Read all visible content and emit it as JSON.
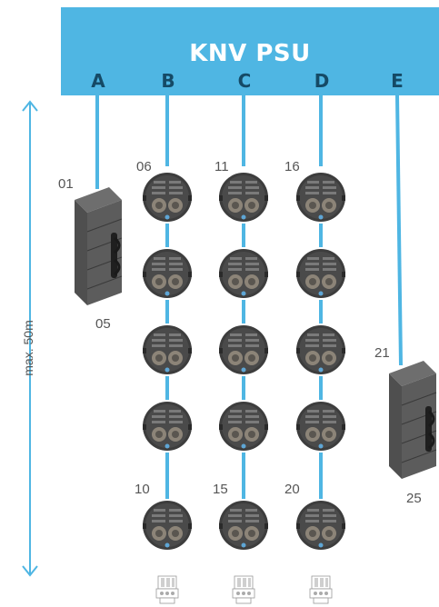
{
  "psu": {
    "title": "KNV PSU",
    "channels": [
      "A",
      "B",
      "C",
      "D",
      "E"
    ]
  },
  "distance_label": "max. 50m",
  "device_labels": {
    "a_first": "01",
    "a_last": "05",
    "b_first": "06",
    "b_last": "10",
    "c_first": "11",
    "c_last": "15",
    "d_first": "16",
    "d_last": "20",
    "e_first": "21",
    "e_last": "25"
  },
  "colors": {
    "psu_fill": "#4fb6e3",
    "cable": "#4fb6e3",
    "channel_letters": "#154a66",
    "speaker_body": "#3d3d3d",
    "arrow": "#4fb6e3"
  }
}
